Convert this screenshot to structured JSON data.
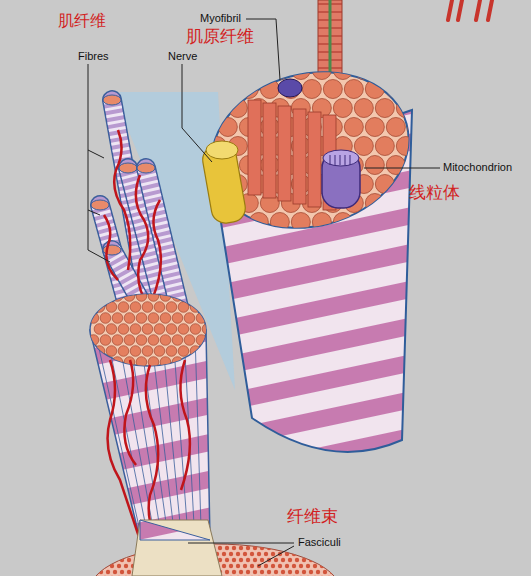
{
  "diagram": {
    "labels": [
      "肌纤维",
      "Myofibril",
      "肌原纤维",
      "Fibres",
      "Nerve",
      "Mitochondrion",
      "线粒体",
      "纤维束",
      "Fasciculi"
    ]
  }
}
